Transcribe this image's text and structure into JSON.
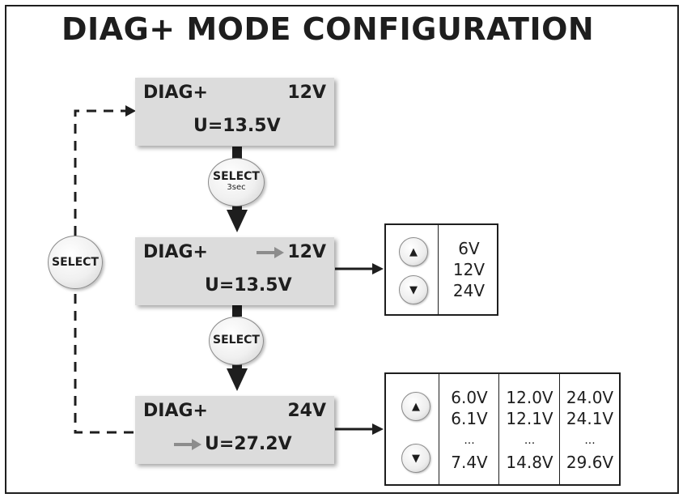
{
  "title": "DIAG+ MODE CONFIGURATION",
  "screens": [
    {
      "label": "DIAG+",
      "voltage": "12V",
      "reading": "U=13.5V"
    },
    {
      "label": "DIAG+",
      "voltage": "12V",
      "reading": "U=13.5V"
    },
    {
      "label": "DIAG+",
      "voltage": "24V",
      "reading": "U=27.2V"
    }
  ],
  "buttons": {
    "select_hold": {
      "label": "SELECT",
      "sub": "3sec"
    },
    "select_mid": {
      "label": "SELECT"
    },
    "select_loop": {
      "label": "SELECT"
    }
  },
  "voltage_panel": {
    "up_icon": "triangle-up-icon",
    "down_icon": "triangle-down-icon",
    "options": [
      "6V",
      "12V",
      "24V"
    ]
  },
  "range_panel": {
    "columns": [
      [
        "6.0V",
        "6.1V",
        "...",
        "7.4V"
      ],
      [
        "12.0V",
        "12.1V",
        "...",
        "14.8V"
      ],
      [
        "24.0V",
        "24.1V",
        "...",
        "29.6V"
      ]
    ]
  },
  "colors": {
    "screen": "#dcdcdc",
    "line": "#1e1e1e",
    "highlight_arrow": "#8c8c8c"
  }
}
